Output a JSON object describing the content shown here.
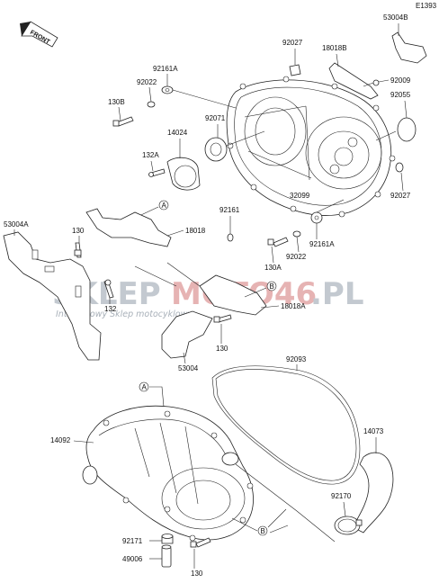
{
  "diagram_code": "E1393",
  "front_label": "FRONT",
  "watermark": {
    "brand_left": "SKLEP",
    "brand_right": "MOTO46",
    "brand_tld": ".PL",
    "tagline": "Internetowy Sklep motocyklowy",
    "brand_left_color": "#b9c0c8",
    "brand_right_color": "#e2a6a6"
  },
  "refs": {
    "a": "A",
    "b": "B"
  },
  "parts": {
    "p53004B": "53004B",
    "p92027_top": "92027",
    "p18018B": "18018B",
    "p92009": "92009",
    "p92161A_top": "92161A",
    "p92022_top": "92022",
    "p130B": "130B",
    "p92071": "92071",
    "p92055": "92055",
    "p14024": "14024",
    "p132A": "132A",
    "p32099": "32099",
    "p92027_right": "92027",
    "p53004A": "53004A",
    "p92161": "92161",
    "p18018": "18018",
    "p130_left": "130",
    "p92161A_mid": "92161A",
    "p92022_mid": "92022",
    "p130A": "130A",
    "p132": "132",
    "p18018A": "18018A",
    "p130_mid": "130",
    "p53004": "53004",
    "p92093": "92093",
    "p14092": "14092",
    "p14073": "14073",
    "p92170": "92170",
    "p92171": "92171",
    "p49006": "49006",
    "p130_bottom": "130"
  }
}
